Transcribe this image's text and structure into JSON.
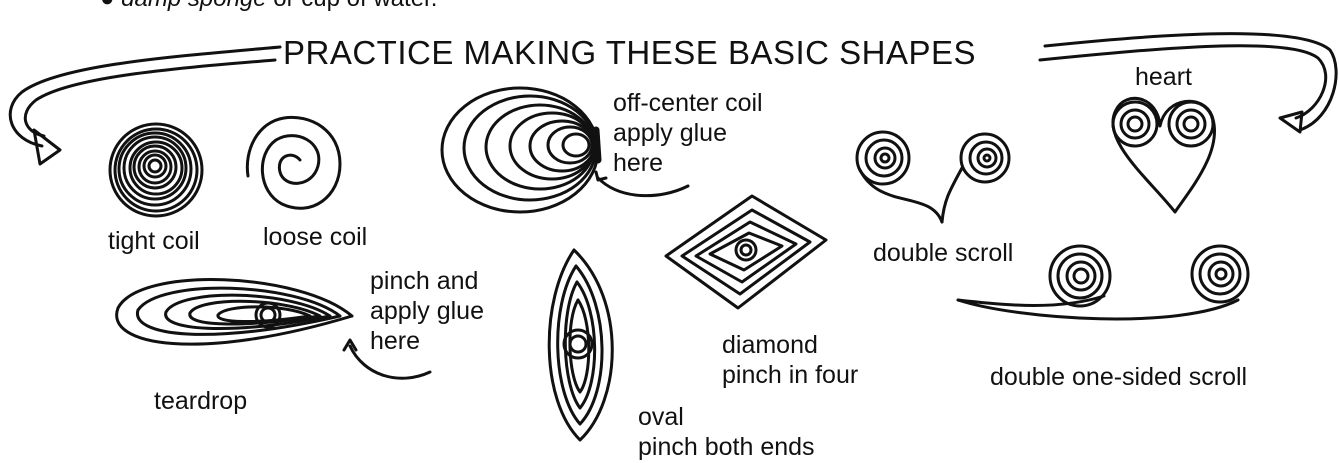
{
  "materials_line": {
    "emphasis": "damp sponge",
    "rest": " or cup of water."
  },
  "title": "PRACTICE MAKING THESE BASIC SHAPES",
  "shapes": {
    "tight_coil": "tight coil",
    "loose_coil": "loose coil",
    "off_center_coil": [
      "off-center coil",
      "apply glue",
      "here"
    ],
    "double_scroll": "double scroll",
    "heart": "heart",
    "teardrop": "teardrop",
    "teardrop_note": [
      "pinch and",
      "apply glue",
      "here"
    ],
    "oval": [
      "oval",
      "pinch both ends"
    ],
    "diamond": [
      "diamond",
      "pinch in four"
    ],
    "double_one_sided_scroll": "double one-sided scroll"
  },
  "colors": {
    "ink": "#111111",
    "paper": "#ffffff"
  }
}
